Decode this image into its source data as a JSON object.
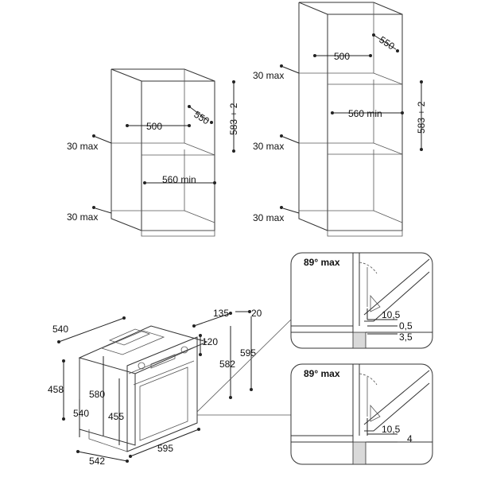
{
  "cabinet_short": {
    "depth_upper": "550",
    "width_upper": "500",
    "height": "583 + 2",
    "width_min": "560 min",
    "gap_top": "30 max",
    "gap_bottom": "30 max"
  },
  "cabinet_tall": {
    "depth_upper": "550",
    "width_upper": "500",
    "height": "583 + 2",
    "width_min": "560 min",
    "gap_top": "30 max",
    "gap_middle": "30 max",
    "gap_bottom": "30 max"
  },
  "oven": {
    "depth_top": "540",
    "height_left": "458",
    "depth_inner": "540",
    "depth_bottom": "542",
    "height_580": "580",
    "height_455": "455",
    "width_595": "595",
    "dim_135": "135",
    "dim_20": "20",
    "dim_120": "120",
    "dim_595_vertical": "595",
    "dim_582": "582"
  },
  "detail_top": {
    "angle": "89° max",
    "d1": "10,5",
    "d2": "0,5",
    "d3": "3,5"
  },
  "detail_bottom": {
    "angle": "89° max",
    "d1": "10,5",
    "d2": "4"
  }
}
